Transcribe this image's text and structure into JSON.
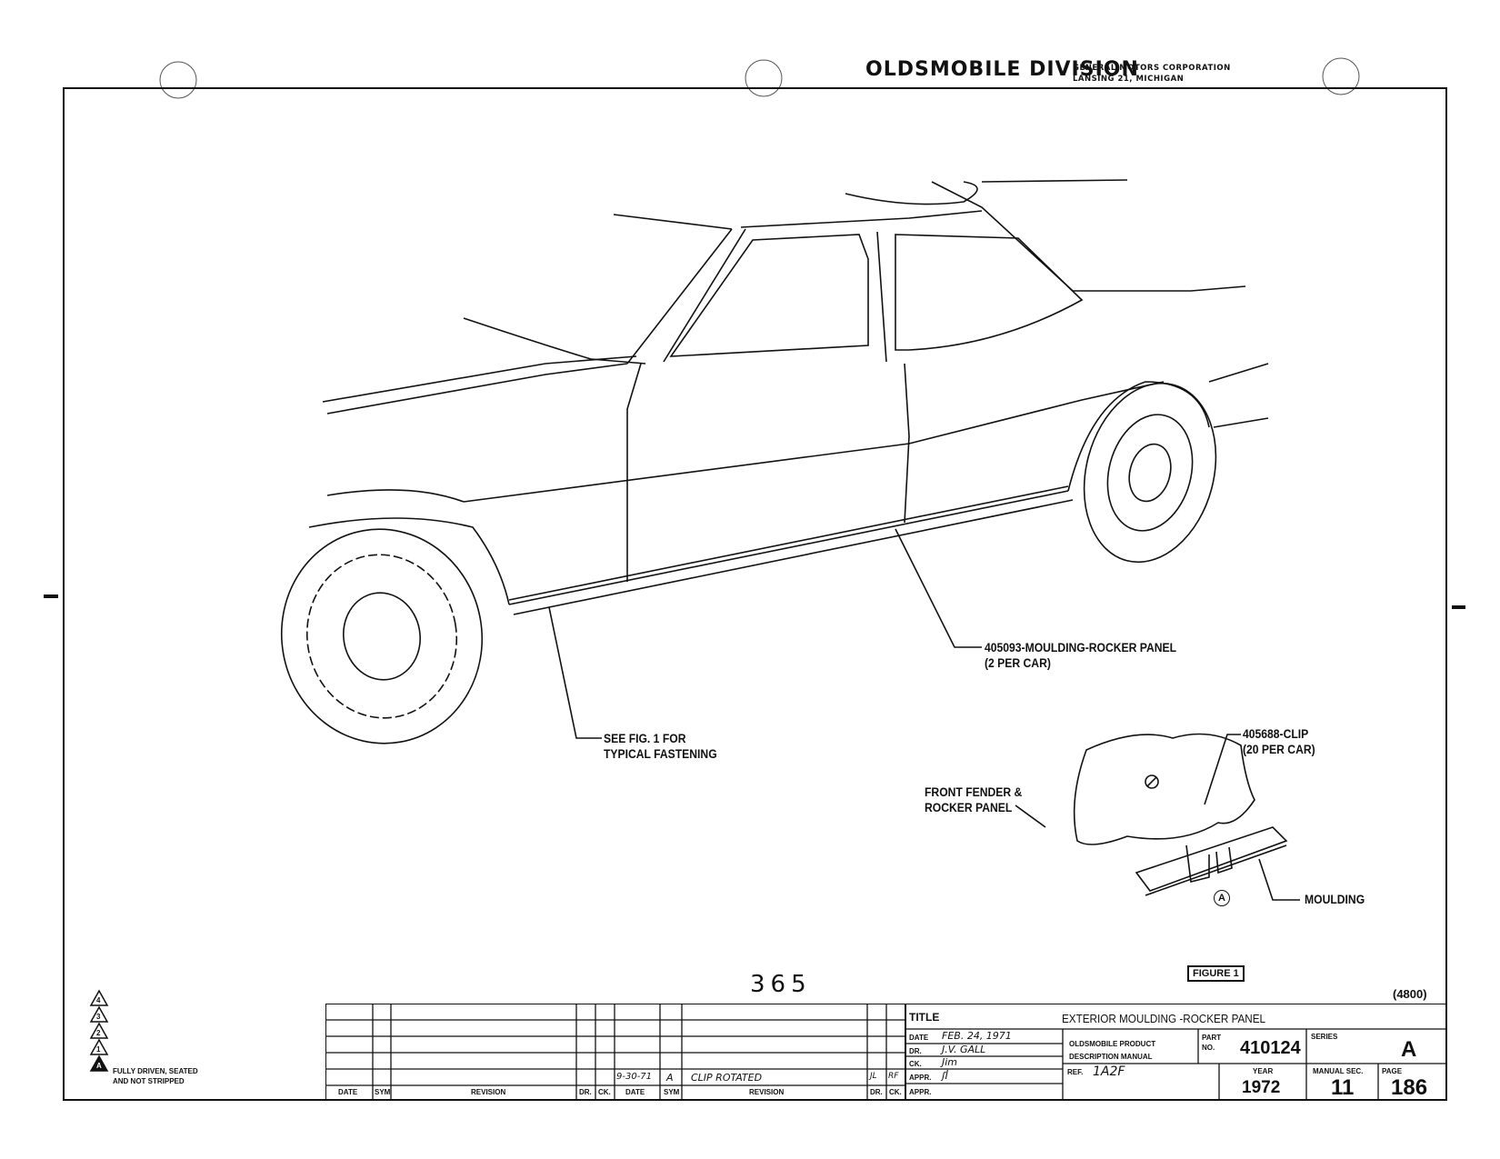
{
  "header": {
    "division": "OLDSMOBILE DIVISION",
    "corporation": "GENERAL MOTORS CORPORATION",
    "location": "LANSING 21, MICHIGAN"
  },
  "callouts": {
    "moulding_part": "405093-MOULDING-ROCKER PANEL",
    "moulding_qty": "(2 PER CAR)",
    "see_fig_1": "SEE FIG. 1 FOR",
    "see_fig_2": "TYPICAL FASTENING",
    "clip_part": "405688-CLIP",
    "clip_qty": "(20 PER CAR)",
    "fender_1": "FRONT FENDER &",
    "fender_2": "ROCKER PANEL",
    "moulding_label": "MOULDING",
    "detail_marker": "A",
    "figure_label": "FIGURE 1"
  },
  "sheet_number": "365",
  "code": "(4800)",
  "legend": {
    "symbols": [
      "4",
      "3",
      "2",
      "1",
      "A"
    ],
    "note_1": "FULLY DRIVEN, SEATED",
    "note_2": "AND NOT STRIPPED"
  },
  "revision_block": {
    "headers_left": [
      "DATE",
      "SYM",
      "REVISION",
      "DR.",
      "CK."
    ],
    "headers_right": [
      "DATE",
      "SYM",
      "REVISION",
      "DR.",
      "CK."
    ],
    "entry": {
      "date": "9-30-71",
      "sym": "A",
      "revision": "CLIP ROTATED",
      "dr": "JL",
      "ck": "RF"
    }
  },
  "title_block": {
    "title_label": "TITLE",
    "title": "EXTERIOR MOULDING -ROCKER PANEL",
    "date_label": "DATE",
    "date_value": "FEB. 24, 1971",
    "dr_label": "DR.",
    "dr_value": "J.V. GALL",
    "ck_label": "CK.",
    "ck_value": "Jim",
    "appr_label": "APPR.",
    "appr_value": "[signature]",
    "appr2_label": "APPR.",
    "manual_1": "OLDSMOBILE PRODUCT",
    "manual_2": "DESCRIPTION MANUAL",
    "part_label_1": "PART",
    "part_label_2": "NO.",
    "part_no": "410124",
    "series_label": "SERIES",
    "series": "A",
    "ref_label": "REF.",
    "ref_value": "1A2F",
    "year_label": "YEAR",
    "year": "1972",
    "manual_sec_label": "MANUAL SEC.",
    "manual_sec": "11",
    "page_label": "PAGE",
    "page": "186"
  }
}
